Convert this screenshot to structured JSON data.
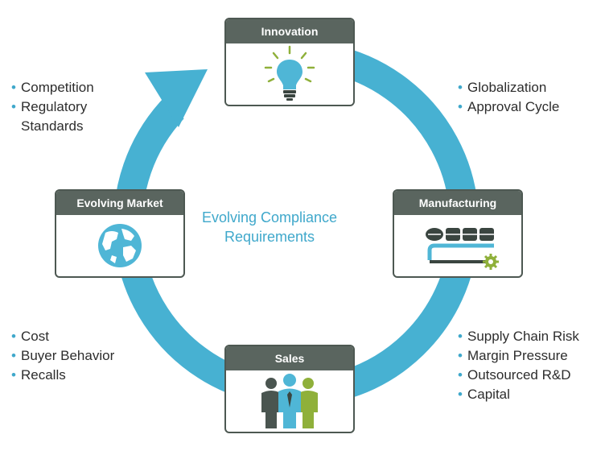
{
  "colors": {
    "ring": "#47b1d2",
    "header": "#5a655f",
    "accent_green": "#8fb03a",
    "text_blue": "#3fa8cb",
    "text_dark": "#2d2d2d"
  },
  "center_title": {
    "line1": "Evolving Compliance",
    "line2": "Requirements"
  },
  "stages": {
    "innovation": {
      "label": "Innovation",
      "icon": "lightbulb-icon"
    },
    "manufacturing": {
      "label": "Manufacturing",
      "icon": "conveyor-gear-icon"
    },
    "sales": {
      "label": "Sales",
      "icon": "people-group-icon"
    },
    "market": {
      "label": "Evolving Market",
      "icon": "globe-icon"
    }
  },
  "drivers": {
    "top_left": [
      "Competition",
      "Regulatory Standards"
    ],
    "top_right": [
      "Globalization",
      "Approval Cycle"
    ],
    "bottom_left": [
      "Cost",
      "Buyer Behavior",
      "Recalls"
    ],
    "bottom_right": [
      "Supply Chain Risk",
      "Margin Pressure",
      "Outsourced R&D",
      "Capital"
    ]
  }
}
